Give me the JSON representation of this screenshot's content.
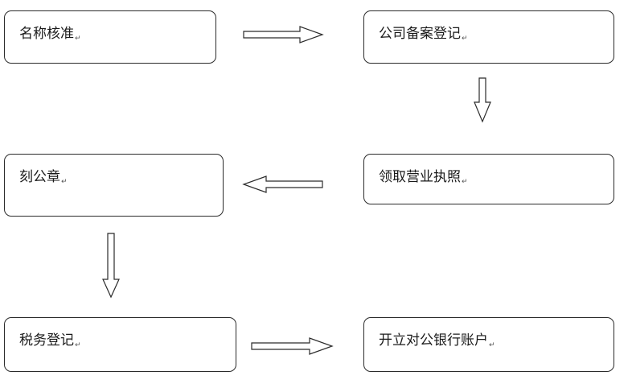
{
  "steps": [
    {
      "label": "名称核准",
      "mark": "↵"
    },
    {
      "label": "公司备案登记",
      "mark": "↵"
    },
    {
      "label": "领取营业执照",
      "mark": "↵"
    },
    {
      "label": "刻公章",
      "mark": "↵"
    },
    {
      "label": "税务登记",
      "mark": "↵"
    },
    {
      "label": "开立对公银行账户",
      "mark": "↵"
    }
  ],
  "flow": [
    {
      "from": "名称核准",
      "to": "公司备案登记"
    },
    {
      "from": "公司备案登记",
      "to": "领取营业执照"
    },
    {
      "from": "领取营业执照",
      "to": "刻公章"
    },
    {
      "from": "刻公章",
      "to": "税务登记"
    },
    {
      "from": "税务登记",
      "to": "开立对公银行账户"
    }
  ]
}
